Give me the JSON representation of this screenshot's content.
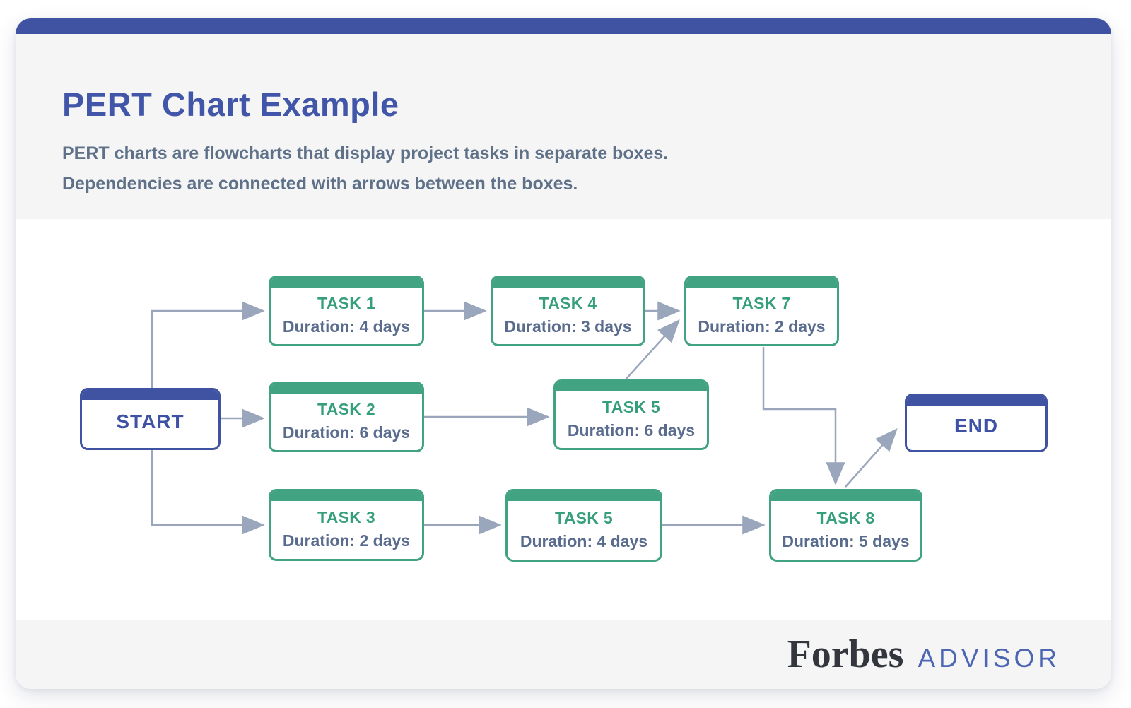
{
  "header": {
    "title": "PERT Chart Example",
    "subtitle_line1": "PERT charts are flowcharts that display project tasks in separate boxes.",
    "subtitle_line2": "Dependencies are connected with arrows between the boxes."
  },
  "footer": {
    "brand": "Forbes",
    "brand_suffix": "ADVISOR"
  },
  "colors": {
    "accent_blue": "#4052A2",
    "title_blue": "#4156A8",
    "green": "#41A381",
    "green_text": "#359F7B",
    "subtitle_slate": "#5E7189",
    "duration_slate": "#5A6C8E",
    "connector_gray": "#9AA6BC",
    "band_gray": "#F5F5F6",
    "advisor_blue": "#4C66B4"
  },
  "diagram": {
    "type": "pert-flowchart",
    "nodes": [
      {
        "id": "start",
        "kind": "milestone",
        "label": "START"
      },
      {
        "id": "task1",
        "kind": "task",
        "label": "TASK 1",
        "duration": "Duration: 4 days"
      },
      {
        "id": "task4",
        "kind": "task",
        "label": "TASK 4",
        "duration": "Duration: 3 days"
      },
      {
        "id": "task7",
        "kind": "task",
        "label": "TASK 7",
        "duration": "Duration: 2 days"
      },
      {
        "id": "task2",
        "kind": "task",
        "label": "TASK 2",
        "duration": "Duration: 6 days"
      },
      {
        "id": "task5",
        "kind": "task",
        "label": "TASK 5",
        "duration": "Duration: 6 days"
      },
      {
        "id": "task3",
        "kind": "task",
        "label": "TASK 3",
        "duration": "Duration: 2 days"
      },
      {
        "id": "task5b",
        "kind": "task",
        "label": "TASK 5",
        "duration": "Duration: 4 days"
      },
      {
        "id": "task8",
        "kind": "task",
        "label": "TASK 8",
        "duration": "Duration: 5 days"
      },
      {
        "id": "end",
        "kind": "milestone",
        "label": "END"
      }
    ],
    "edges": [
      {
        "from": "start",
        "to": "task1"
      },
      {
        "from": "start",
        "to": "task2"
      },
      {
        "from": "start",
        "to": "task3"
      },
      {
        "from": "task1",
        "to": "task4"
      },
      {
        "from": "task4",
        "to": "task7"
      },
      {
        "from": "task2",
        "to": "task5"
      },
      {
        "from": "task5",
        "to": "task7"
      },
      {
        "from": "task3",
        "to": "task5b"
      },
      {
        "from": "task5b",
        "to": "task8"
      },
      {
        "from": "task7",
        "to": "task8"
      },
      {
        "from": "task8",
        "to": "end"
      }
    ]
  }
}
